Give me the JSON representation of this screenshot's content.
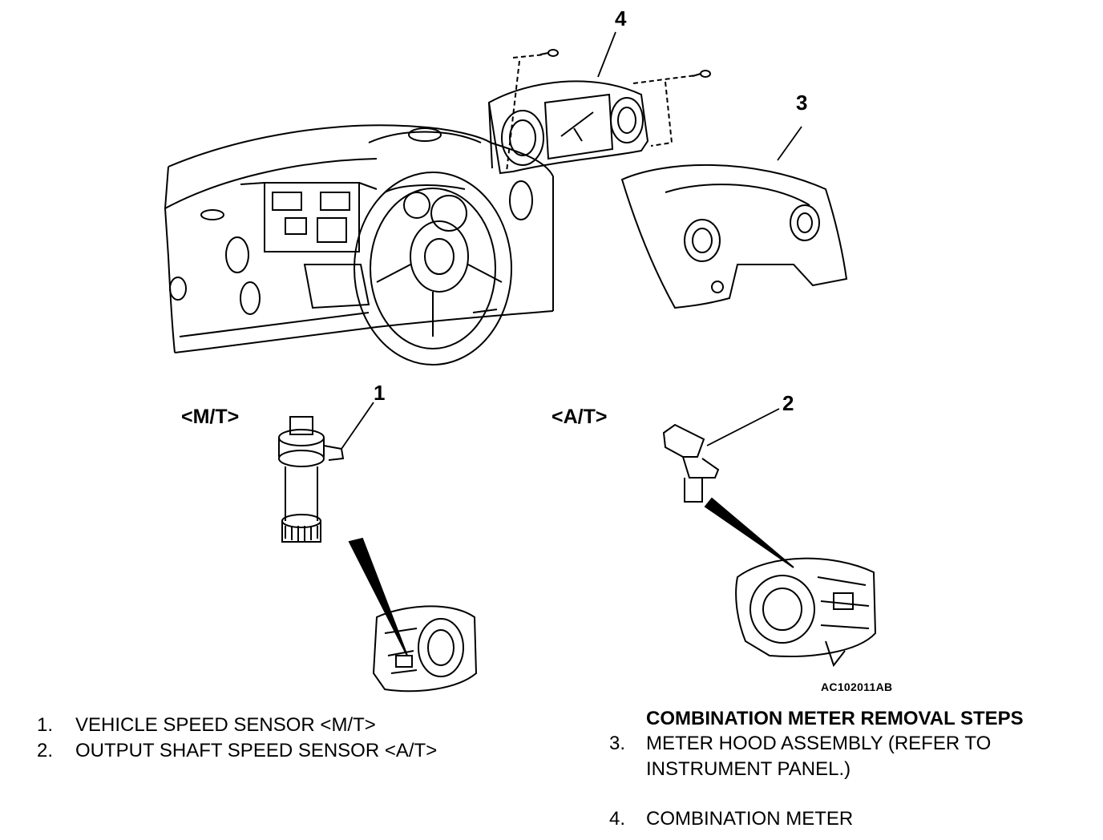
{
  "callouts": {
    "c1": "1",
    "c2": "2",
    "c3": "3",
    "c4": "4"
  },
  "tags": {
    "mt": "<M/T>",
    "at": "<A/T>"
  },
  "figure_code": "AC102011AB",
  "legend": [
    {
      "num": "1.",
      "text": "VEHICLE SPEED SENSOR <M/T>"
    },
    {
      "num": "2.",
      "text": "OUTPUT SHAFT SPEED SENSOR <A/T>"
    }
  ],
  "removal_steps": {
    "title": "COMBINATION METER REMOVAL STEPS",
    "items": [
      {
        "num": "3.",
        "text": "METER HOOD ASSEMBLY (REFER TO INSTRUMENT PANEL.)"
      },
      {
        "num": "4.",
        "text": "COMBINATION METER"
      }
    ]
  }
}
